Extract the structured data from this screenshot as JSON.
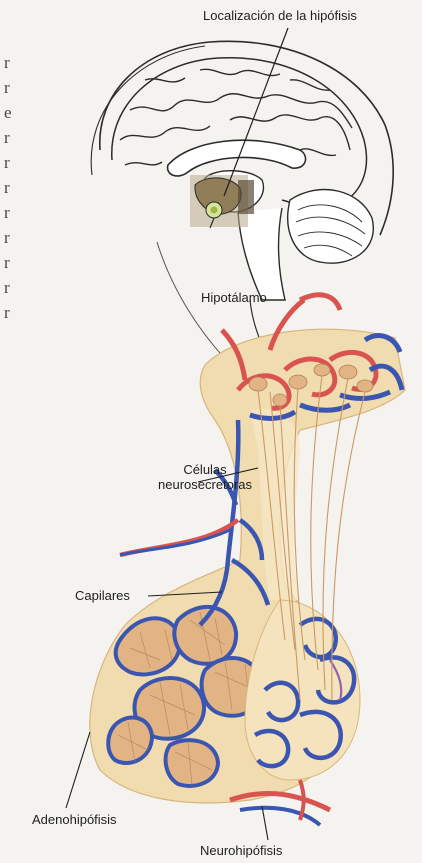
{
  "labels": {
    "hypophysis_location": "Localización de la hipófisis",
    "hypothalamus": "Hipotálamo",
    "neurosecretory_cells_line1": "Células",
    "neurosecretory_cells_line2": "neurosecretoras",
    "capillaries": "Capilares",
    "adenohypophysis": "Adenohipófisis",
    "neurohypophysis": "Neurohipófisis"
  },
  "left_margin_text": [
    "r",
    "r",
    "e",
    "r",
    "r",
    "r",
    "r",
    "r",
    "r",
    "r",
    "r"
  ],
  "colors": {
    "artery": "#d9534f",
    "vein": "#3a56b0",
    "tissue": "#f1dcb0",
    "cells": "#e2b483",
    "outline": "#2b2b2b"
  }
}
